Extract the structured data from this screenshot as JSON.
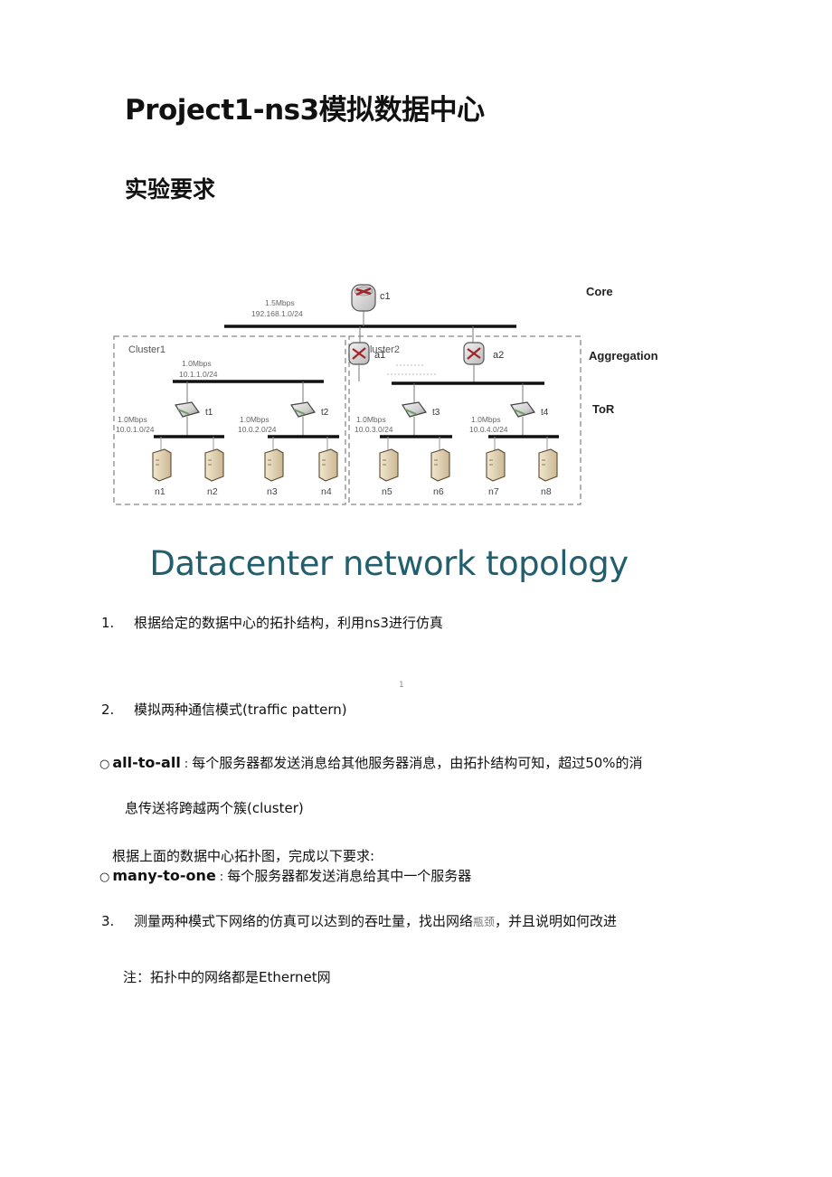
{
  "document": {
    "title": "Project1-ns3模拟数据中心",
    "section_heading": "实验要求",
    "figure_caption": "Datacenter network topology",
    "page_marker": "1",
    "items": [
      {
        "number": "1.",
        "text": "根据给定的数据中心的拓扑结构，利用ns3进行仿真"
      },
      {
        "number": "2.",
        "text": "模拟两种通信模式(traffic pattern)"
      }
    ],
    "patterns": [
      {
        "keyword": "all-to-all",
        "separator": ":",
        "text": "每个服务器都发送消息给其他服务器消息，由拓扑结构可知，超过50%的消",
        "continuation": "息传送将跨越两个簇(cluster)"
      },
      {
        "intro": "根据上面的数据中心拓扑图，完成以下要求:",
        "keyword": "many-to-one",
        "separator": ":",
        "text": "每个服务器都发送消息给其中一个服务器"
      }
    ],
    "item3": {
      "number": "3.",
      "text_before": "测量两种模式下网络的仿真可以达到的吞吐量，找出网络",
      "text_small": "瓶颈",
      "text_after": "，并且说明如何改进"
    },
    "note": "注：拓扑中的网络都是Ethernet网"
  },
  "diagram": {
    "layers": {
      "core": "Core",
      "aggregation": "Aggregation",
      "tor": "ToR"
    },
    "core": {
      "name": "c1",
      "link_speed": "1.5Mbps",
      "subnet": "192.168.1.0/24"
    },
    "clusters": [
      {
        "label": "Cluster1",
        "aggregation": {
          "name": "a1",
          "link_speed": "1.0Mbps",
          "subnet": "10.1.1.0/24"
        },
        "tors": [
          {
            "name": "t1",
            "link_speed": "1.0Mbps",
            "subnet": "10.0.1.0/24",
            "servers": [
              "n1",
              "n2"
            ]
          },
          {
            "name": "t2",
            "link_speed": "1.0Mbps",
            "subnet": "10.0.2.0/24",
            "servers": [
              "n3",
              "n4"
            ]
          }
        ]
      },
      {
        "label": "Cluster2",
        "aggregation": {
          "name": "a2"
        },
        "tors": [
          {
            "name": "t3",
            "link_speed": "1.0Mbps",
            "subnet": "10.0.3.0/24",
            "servers": [
              "n5",
              "n6"
            ]
          },
          {
            "name": "t4",
            "link_speed": "1.0Mbps",
            "subnet": "10.0.4.0/24",
            "servers": [
              "n7",
              "n8"
            ]
          }
        ]
      }
    ],
    "colors": {
      "router_red": "#a0262a",
      "switch_green": "#6d9a5e",
      "server_beige": "#e8dcc0",
      "bus": "#111111",
      "dash": "#9a9a9a",
      "caption": "#215e6e"
    }
  }
}
